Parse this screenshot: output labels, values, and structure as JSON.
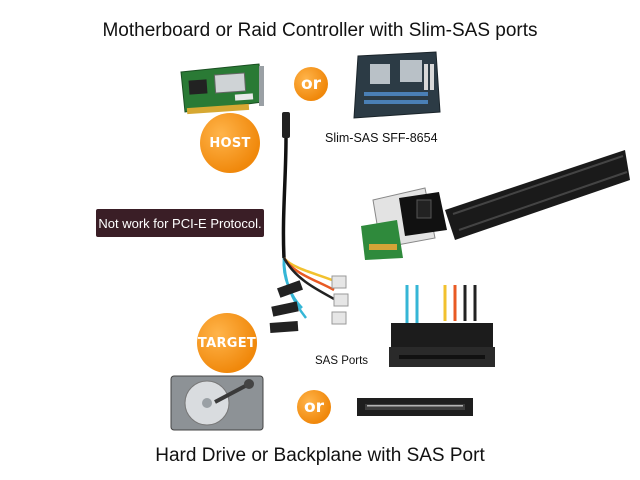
{
  "top_title": "Motherboard or Raid Controller with Slim-SAS ports",
  "bottom_title": "Hard Drive or Backplane with SAS  Port",
  "or_label": "or",
  "host_label": "HOST",
  "target_label": "TARGET",
  "warning_text": "Not work for PCI-E Protocol.",
  "slim_label": "Slim-SAS SFF-8654",
  "sas_label": "SAS  Ports",
  "colors": {
    "badge_orange": "#f0880b",
    "warning_bg": "#3a1e26",
    "connector_green": "#2f8a3c"
  }
}
